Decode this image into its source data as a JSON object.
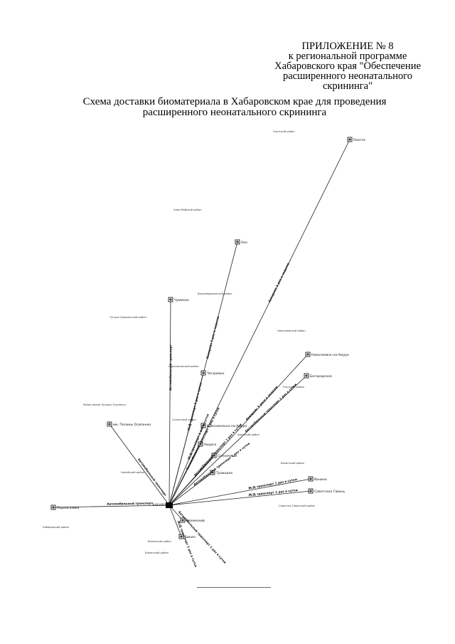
{
  "appendix": {
    "line1": "ПРИЛОЖЕНИЕ № 8",
    "line2": "к региональной программе",
    "line3": "Хабаровского края \"Обеспечение",
    "line4": "расширенного неонатального",
    "line5": "скрининга\""
  },
  "title": {
    "line1": "Схема доставки биоматериала в Хабаровском крае для проведения",
    "line2": "расширенного неонатального скрининга"
  },
  "hub": {
    "label": "ХАБАРОВСК"
  },
  "districts": [
    {
      "name": "Охотский район"
    },
    {
      "name": "Аяно-Майский район"
    },
    {
      "name": "Тугуро-Чумиканский район"
    },
    {
      "name": "Николаевский район"
    },
    {
      "name": "Верхнебуреинский район"
    },
    {
      "name": "Ульчский район"
    },
    {
      "name": "Район имени Полины Осипенко"
    },
    {
      "name": "Комсомольский район"
    },
    {
      "name": "Солнечный район"
    },
    {
      "name": "Амурский район"
    },
    {
      "name": "Нанайский район"
    },
    {
      "name": "Ванинский район"
    },
    {
      "name": "Советско-Гаванский район"
    },
    {
      "name": "Бикинский район"
    },
    {
      "name": "Вяземский район"
    },
    {
      "name": "Хабаровский район"
    }
  ],
  "towns": [
    {
      "name": "Охотск"
    },
    {
      "name": "Аян"
    },
    {
      "name": "Чумикан"
    },
    {
      "name": "Николаевск-на-Амуре"
    },
    {
      "name": "Чегдомын"
    },
    {
      "name": "Богородское"
    },
    {
      "name": "им. Полины Осипенко"
    },
    {
      "name": "Комсомольск-на-Амуре"
    },
    {
      "name": "Солнечный"
    },
    {
      "name": "Амурск"
    },
    {
      "name": "Троицкое"
    },
    {
      "name": "Ванино"
    },
    {
      "name": "Советская Гавань"
    },
    {
      "name": "Бикин"
    },
    {
      "name": "Вяземский"
    },
    {
      "name": "Переяславка"
    }
  ],
  "routes": [
    {
      "label": "Авиарейс 1 раз в неделю"
    },
    {
      "label": "Авиарейс 1 раз в неделю"
    },
    {
      "label": "Автомобильный транспорт"
    },
    {
      "label": "Авиарейс 3 раза в неделю"
    },
    {
      "label": "Ж/Д транспорт 1 раз в сутки"
    },
    {
      "label": "Автомобильный транспорт 1 раз в сутки"
    },
    {
      "label": "Автомобильный транспорт"
    },
    {
      "label": "Ж/Д транспорт 1 раз в сутки"
    },
    {
      "label": "Автомобильный транспорт 1 раз в сутки"
    },
    {
      "label": "Автомобильный транспорт 1 раз в сутки"
    },
    {
      "label": "Автомобильный транспорт 1 раз в сутки"
    },
    {
      "label": "Ж/Д транспорт 1 раз в сутки"
    },
    {
      "label": "Ж/Д транспорт 1 раз в сутки"
    },
    {
      "label": "Ж/Д транспорт 1 раз в сутки"
    },
    {
      "label": "Автомобильный транспорт 1 раз в сутки"
    },
    {
      "label": "Автомобильный транспорт"
    }
  ]
}
